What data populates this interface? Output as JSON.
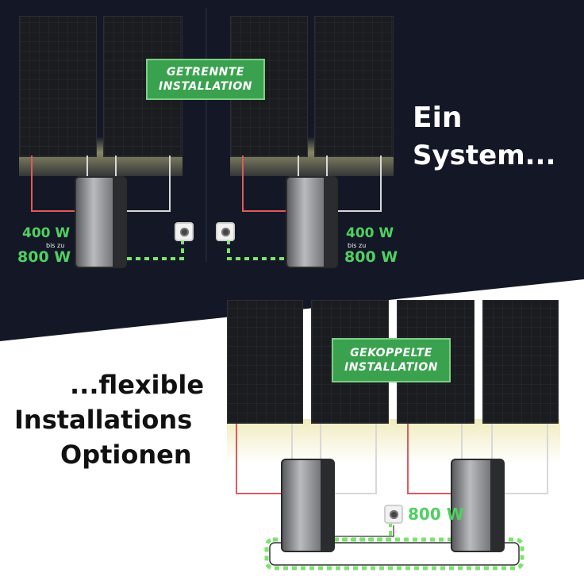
{
  "top_section": {
    "badge_label_line1": "GETRENNTE",
    "badge_label_line2": "INSTALLATION",
    "left_output": {
      "value_low": "400 W",
      "connector": "bis zu",
      "value_high": "800 W"
    },
    "right_output": {
      "value_low": "400 W",
      "connector": "bis zu",
      "value_high": "800 W"
    },
    "headline_line1": "Ein",
    "headline_line2": "System..."
  },
  "bottom_section": {
    "badge_label_line1": "GEKOPPELTE",
    "badge_label_line2": "INSTALLATION",
    "combined_output": "800 W",
    "headline_line1": "...flexible",
    "headline_line2": "Installations",
    "headline_line3": "Optionen"
  },
  "colors": {
    "dark_background": "#141826",
    "panel": "#1a1c20",
    "badge_green": "#3aa24f",
    "watt_green": "#4fd161",
    "glow_yellow": "#e7e19a",
    "dashed_green": "#7be36e",
    "wire_red": "#e05a5a",
    "wire_white": "#d8d8d8",
    "headline_dark": "#111111",
    "headline_light": "#ffffff"
  },
  "icons": [
    "solar-panel-icon",
    "power-station-icon",
    "wall-socket-icon"
  ]
}
